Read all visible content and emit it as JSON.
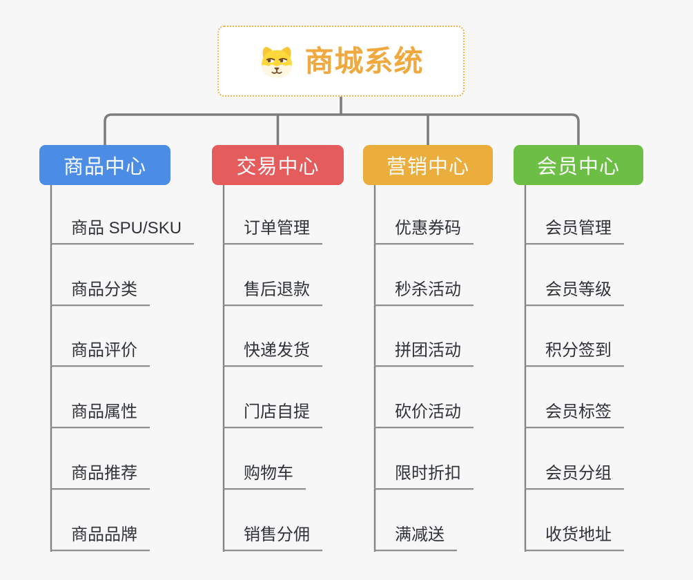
{
  "root": {
    "title": "商城系统",
    "title_color": "#EFA93F",
    "border_color": "#F4B14A",
    "icon": "dog-face-icon"
  },
  "connector_color": "#7D7D7D",
  "branches": [
    {
      "label": "商品中心",
      "color": "#4B8DE4",
      "items": [
        "商品 SPU/SKU",
        "商品分类",
        "商品评价",
        "商品属性",
        "商品推荐",
        "商品品牌"
      ]
    },
    {
      "label": "交易中心",
      "color": "#E45C5C",
      "items": [
        "订单管理",
        "售后退款",
        "快递发货",
        "门店自提",
        "购物车",
        "销售分佣"
      ]
    },
    {
      "label": "营销中心",
      "color": "#EBAE3C",
      "items": [
        "优惠券码",
        "秒杀活动",
        "拼团活动",
        "砍价活动",
        "限时折扣",
        "满减送"
      ]
    },
    {
      "label": "会员中心",
      "color": "#6CBE44",
      "items": [
        "会员管理",
        "会员等级",
        "积分签到",
        "会员标签",
        "会员分组",
        "收货地址"
      ]
    }
  ]
}
